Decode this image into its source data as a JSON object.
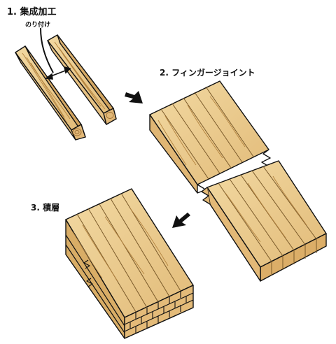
{
  "steps": {
    "step1_title": "1. 集成加工",
    "glue_label": "のり付け",
    "step2_title": "2. フィンガージョイント",
    "step3_title": "3. 積層"
  },
  "colors": {
    "wood_face": "#e9c88a",
    "wood_light": "#f3dca6",
    "wood_side": "#d8ad66",
    "wood_dark": "#c79a52",
    "grain": "#b88a48",
    "outline": "#111111"
  },
  "icons": [
    "arrow-right-icon",
    "arrow-left-icon",
    "double-arrow-icon"
  ]
}
